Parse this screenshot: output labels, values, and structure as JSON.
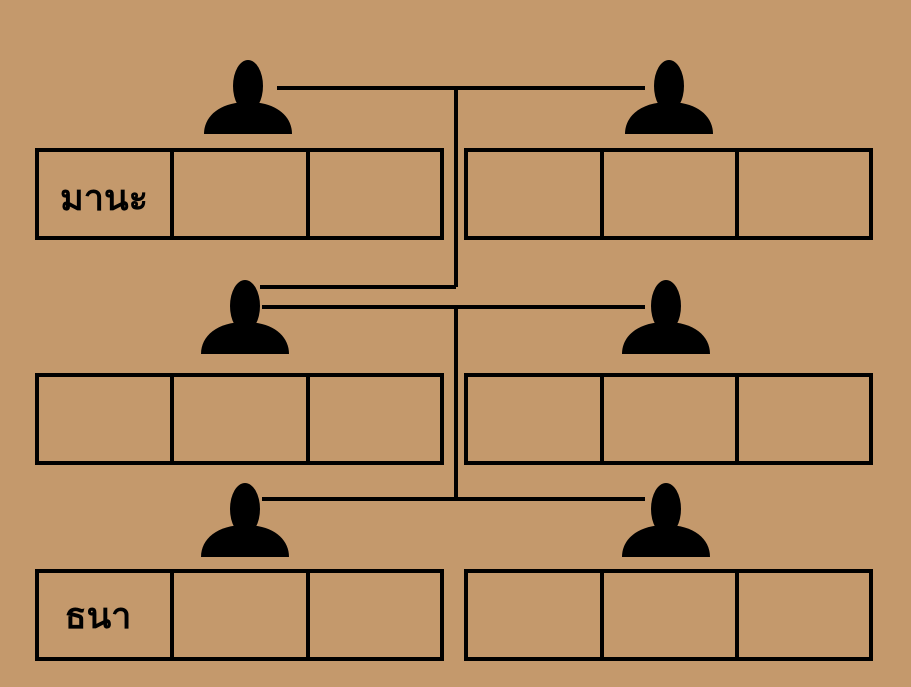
{
  "diagram": {
    "background_color": "#c4996c",
    "line_color": "#000000",
    "people": [
      {
        "id": "gen1-left",
        "icon": "person-icon"
      },
      {
        "id": "gen1-right",
        "icon": "person-icon"
      },
      {
        "id": "gen2-left",
        "icon": "person-icon"
      },
      {
        "id": "gen2-right",
        "icon": "person-icon"
      },
      {
        "id": "gen3-left",
        "icon": "person-icon"
      },
      {
        "id": "gen3-right",
        "icon": "person-icon"
      }
    ],
    "name_boxes": [
      {
        "cells": [
          "มานะ",
          "",
          ""
        ]
      },
      {
        "cells": [
          "",
          "",
          ""
        ]
      },
      {
        "cells": [
          "",
          "",
          ""
        ]
      },
      {
        "cells": [
          "",
          "",
          ""
        ]
      },
      {
        "cells": [
          "ธนา",
          "",
          ""
        ]
      },
      {
        "cells": [
          "",
          "",
          ""
        ]
      }
    ]
  }
}
